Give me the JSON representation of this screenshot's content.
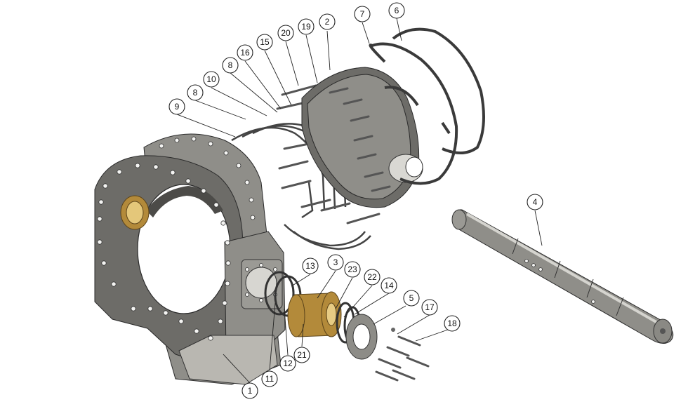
{
  "balloons": [
    "1",
    "2",
    "3",
    "4",
    "5",
    "6",
    "7",
    "8",
    "8",
    "9",
    "10",
    "11",
    "12",
    "13",
    "14",
    "15",
    "16",
    "17",
    "18",
    "19",
    "20",
    "21",
    "22",
    "23"
  ]
}
